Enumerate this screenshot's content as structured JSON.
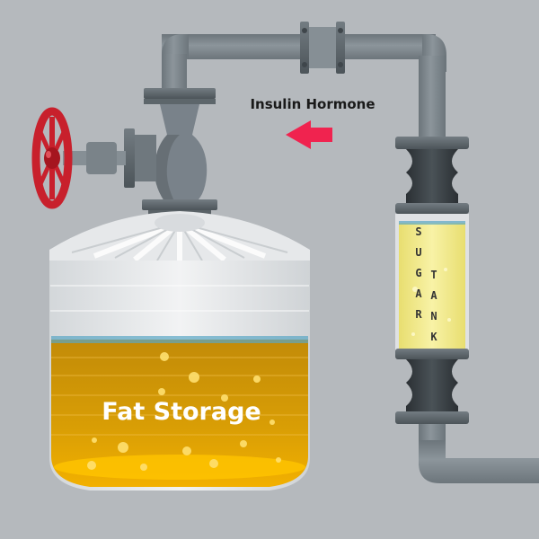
{
  "labels": {
    "insulin": "Insulin Hormone",
    "fat_storage": "Fat Storage",
    "sugar_tank": [
      "S",
      "U",
      "G",
      "A",
      "R",
      "T",
      "A",
      "N",
      "K"
    ]
  },
  "colors": {
    "background": "#b5b9bd",
    "pipe": "#7d868c",
    "flange": "#5f686e",
    "valve_wheel": "#c8202c",
    "arrow": "#f0234f",
    "fat_liquid": "#e0a000",
    "sugar_liquid": "#f4ec8c",
    "tank_body": "#e9ebec"
  },
  "icons": [
    "valve-wheel-icon",
    "left-arrow-icon"
  ]
}
